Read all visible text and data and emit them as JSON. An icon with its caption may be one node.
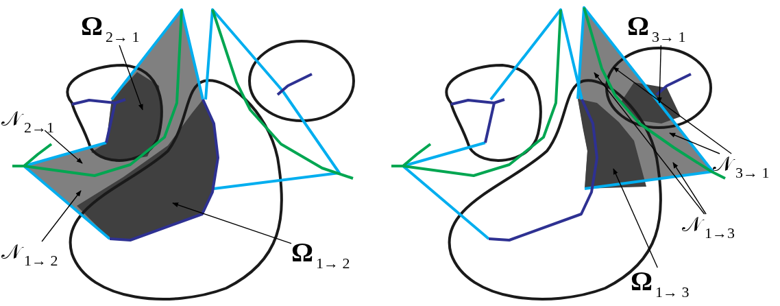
{
  "diagram": {
    "nodes": [
      {
        "text": [
          "Ω$_{2→ 1}$"
        ]
      },
      {
        "text": [
          "𝒩$_{2→1}$"
        ]
      },
      {
        "text": [
          "𝒩$_{1→ 2}$"
        ]
      },
      {
        "text": [
          "Ω$_{1→ 2}$"
        ]
      },
      {
        "text": [
          "Ω$_{3→ 1}$"
        ]
      },
      {
        "text": [
          "𝒩$_{3→ 1}$"
        ]
      },
      {
        "text": [
          "𝒩$_{1→3}$"
        ]
      },
      {
        "text": [
          "Ω$_{1→ 3}$"
        ]
      }
    ],
    "edges": [
      {
        "from": 0,
        "to": null,
        "arrow": "to"
      },
      {
        "from": 1,
        "to": null,
        "arrow": "to"
      },
      {
        "from": 2,
        "to": null,
        "arrow": "to"
      },
      {
        "from": 3,
        "to": null,
        "arrow": "to"
      },
      {
        "from": 4,
        "to": null,
        "arrow": "to"
      },
      {
        "from": 5,
        "to": null,
        "arrow": "to"
      },
      {
        "from": 5,
        "to": null,
        "arrow": "to"
      },
      {
        "from": 6,
        "to": null,
        "arrow": "to"
      },
      {
        "from": 6,
        "to": null,
        "arrow": "to"
      },
      {
        "from": 7,
        "to": null,
        "arrow": "to"
      }
    ]
  }
}
